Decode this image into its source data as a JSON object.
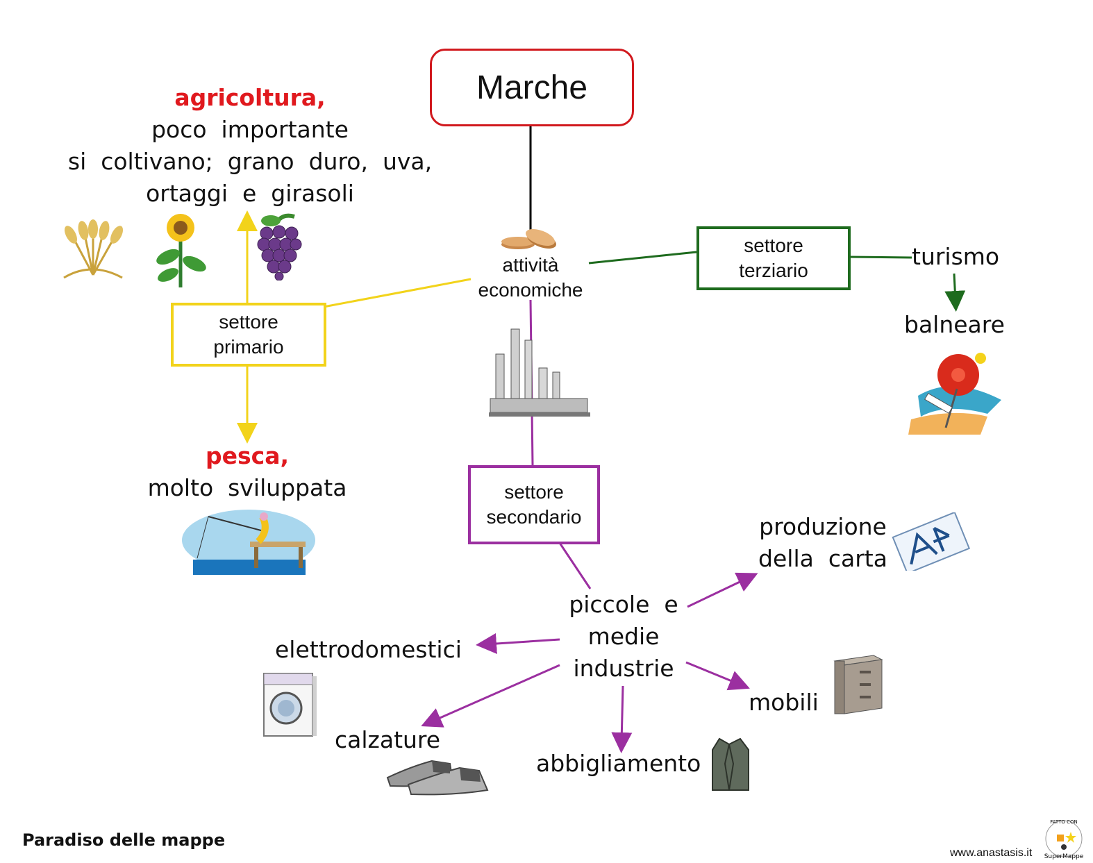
{
  "title": "Marche",
  "center_node": {
    "line1": "attività",
    "line2": "economiche"
  },
  "sectors": {
    "primario": "settore\nprimario",
    "secondario": "settore\nsecondario",
    "terziario": "settore\nterziario"
  },
  "agricoltura": {
    "heading": "agricoltura,",
    "line1": "poco  importante",
    "line2": "si  coltivano;  grano  duro,  uva,",
    "line3": "ortaggi  e  girasoli"
  },
  "pesca": {
    "heading": "pesca,",
    "line1": "molto  sviluppata"
  },
  "terziario_items": {
    "turismo": "turismo",
    "balneare": "balneare"
  },
  "industrie": {
    "line1": "piccole  e",
    "line2": "medie",
    "line3": "industrie",
    "products": {
      "carta_line1": "produzione",
      "carta_line2": "della  carta",
      "elettrodomestici": "elettrodomestici",
      "calzature": "calzature",
      "abbigliamento": "abbigliamento",
      "mobili": "mobili"
    }
  },
  "footer": {
    "left": "Paradiso delle mappe",
    "url": "www.anastasis.it",
    "badge_top": "FATTO CON",
    "badge_bottom": "SuperMappe"
  },
  "colors": {
    "title_border": "#d1191e",
    "primario": "#f2d31b",
    "secondario": "#9b2fa0",
    "terziario": "#1e6b1e",
    "highlight_text": "#e0191e"
  }
}
